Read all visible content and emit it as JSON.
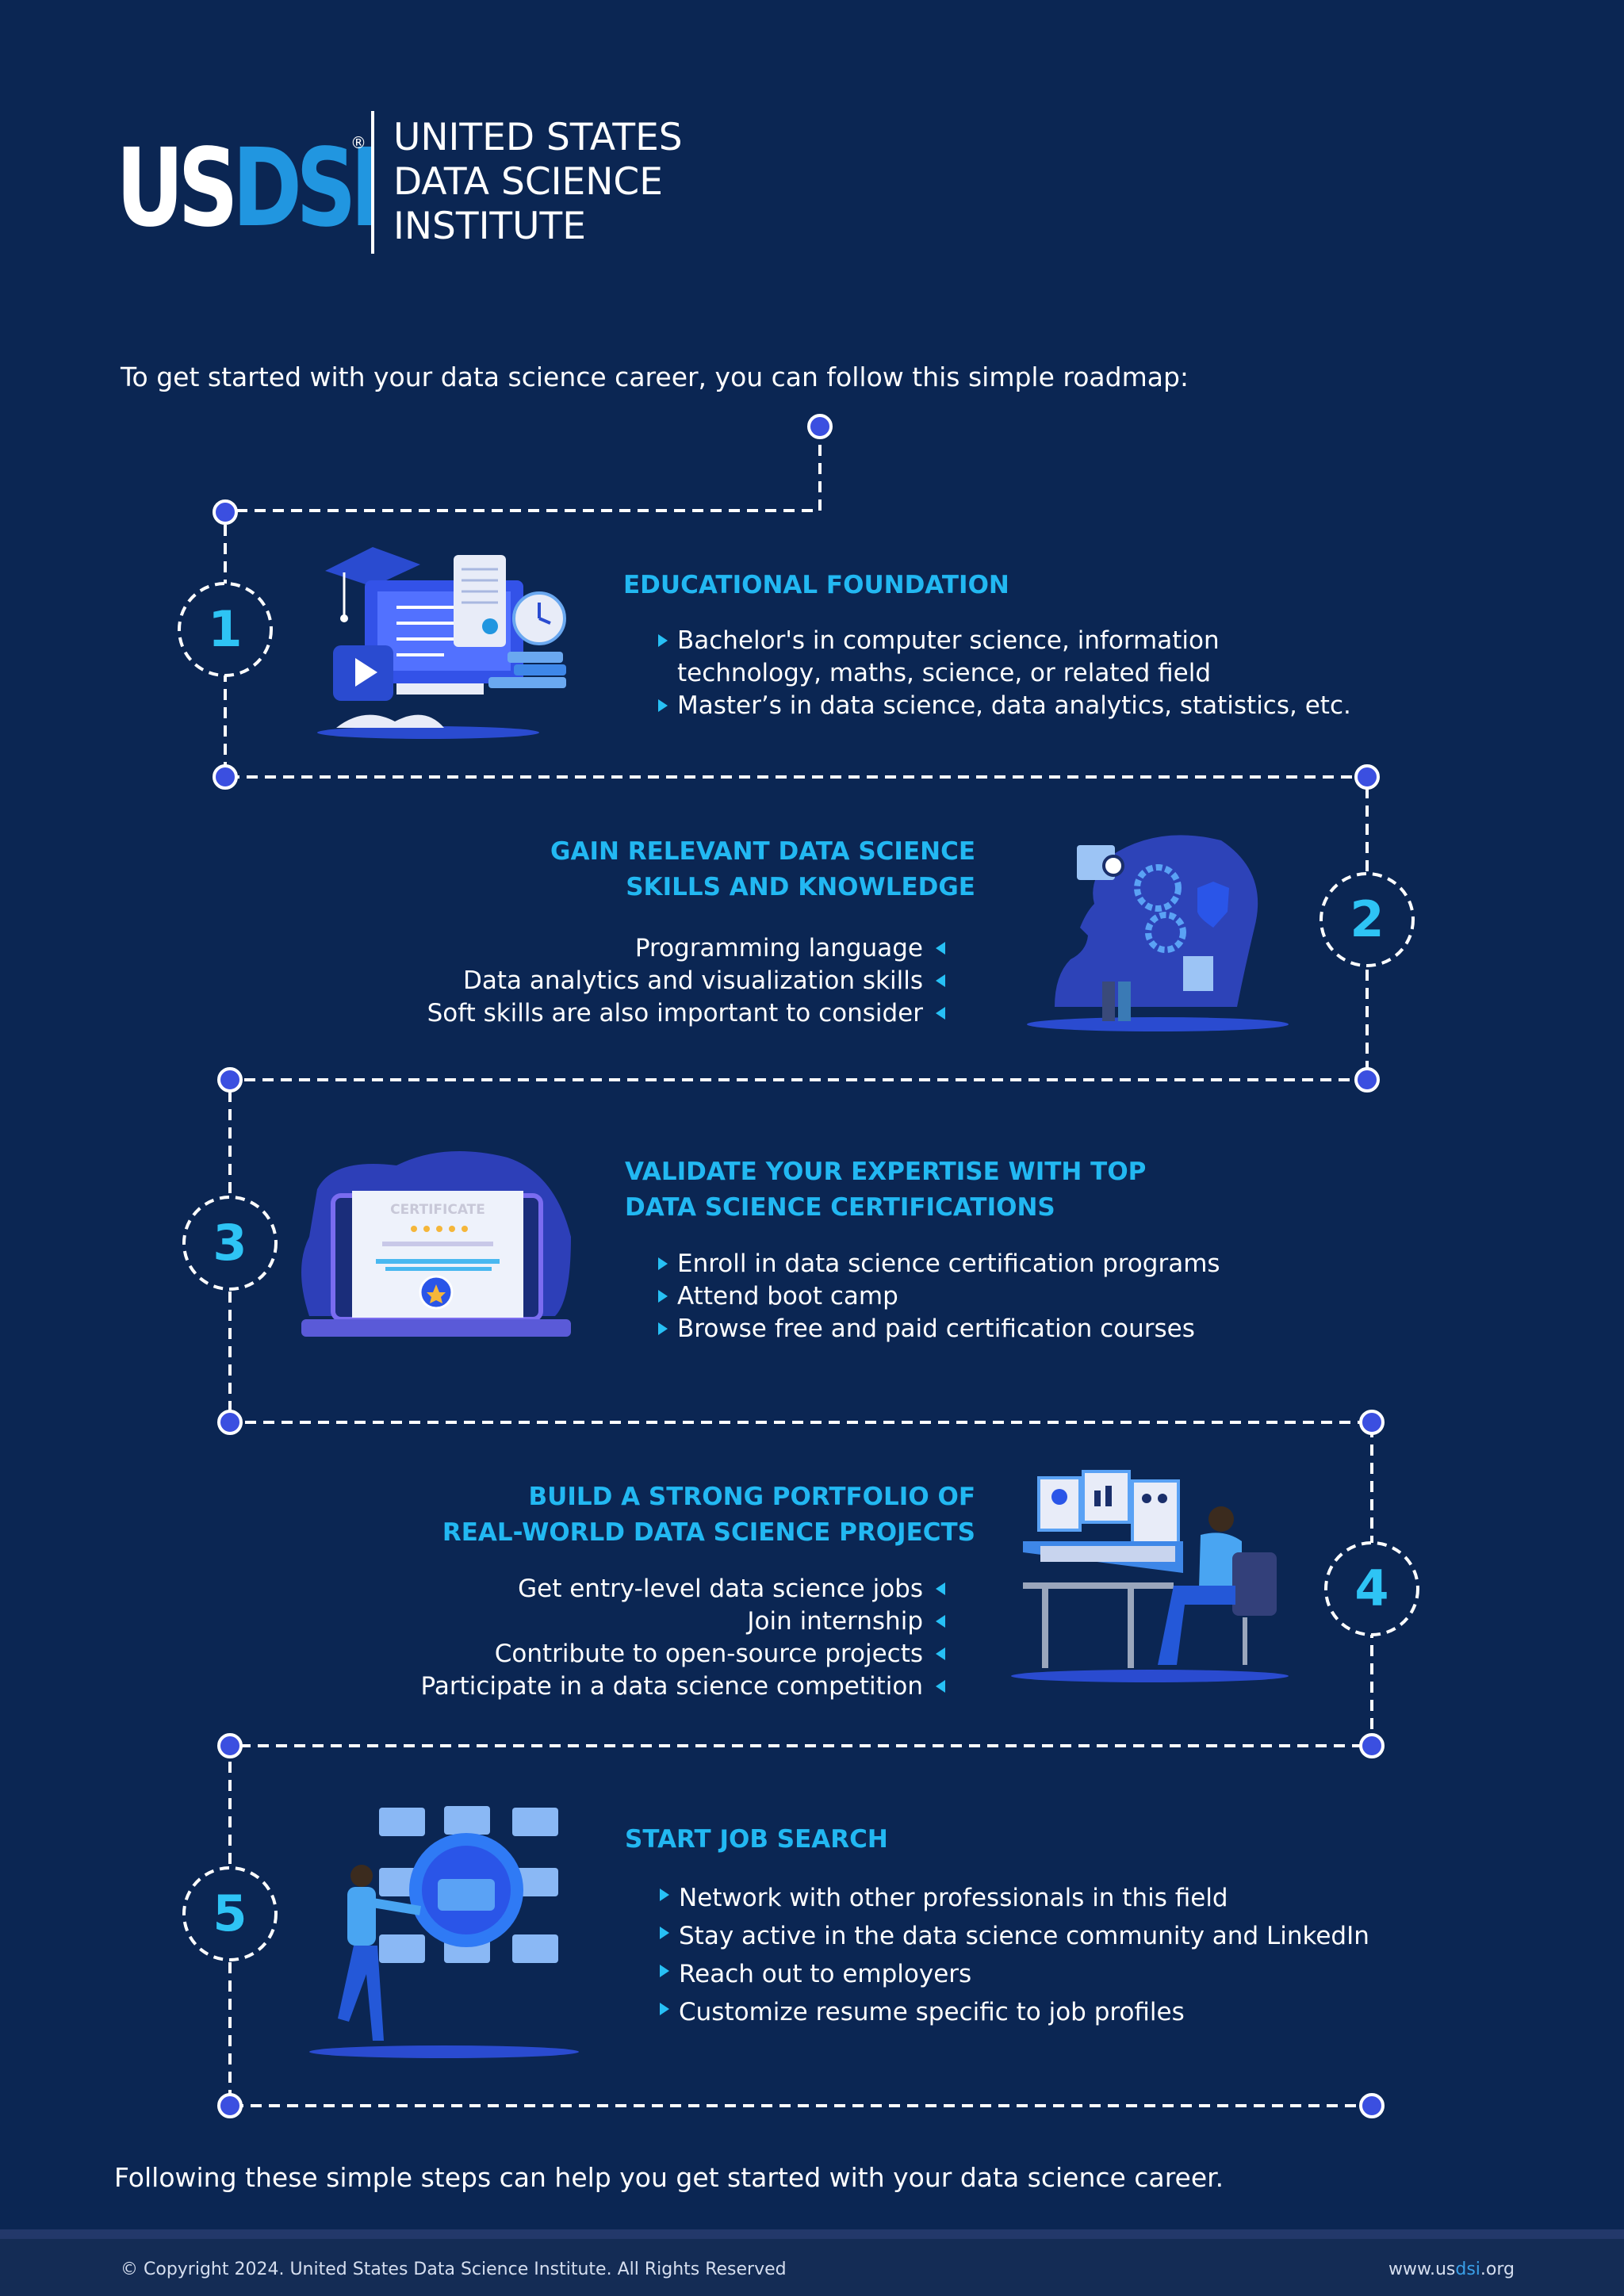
{
  "logo": {
    "mark_us": "US",
    "mark_dsi": "DSI",
    "registered": "®",
    "name_lines": [
      "UNITED STATES",
      "DATA SCIENCE",
      "INSTITUTE"
    ]
  },
  "intro": "To get started with your data science career, you can follow this simple roadmap:",
  "steps": [
    {
      "number": "1",
      "title_lines": [
        "EDUCATIONAL FOUNDATION"
      ],
      "bullets": [
        "Bachelor's in computer science, information technology, maths, science, or related field",
        "Master’s in data science, data analytics, statistics, etc."
      ]
    },
    {
      "number": "2",
      "title_lines": [
        "GAIN RELEVANT DATA SCIENCE",
        "SKILLS AND KNOWLEDGE"
      ],
      "bullets": [
        "Programming language",
        "Data analytics and visualization skills",
        "Soft skills are also important to consider"
      ]
    },
    {
      "number": "3",
      "title_lines": [
        "VALIDATE YOUR EXPERTISE WITH TOP",
        "DATA SCIENCE CERTIFICATIONS"
      ],
      "illustration_text": "CERTIFICATE",
      "bullets": [
        "Enroll in data science certification programs",
        "Attend boot camp",
        "Browse free and paid certification courses"
      ]
    },
    {
      "number": "4",
      "title_lines": [
        "BUILD A STRONG PORTFOLIO OF",
        "REAL-WORLD DATA SCIENCE PROJECTS"
      ],
      "bullets": [
        "Get entry-level data science jobs",
        "Join internship",
        "Contribute to open-source projects",
        "Participate in a data science competition"
      ]
    },
    {
      "number": "5",
      "title_lines": [
        "START JOB SEARCH"
      ],
      "bullets": [
        "Network with other professionals in this field",
        "Stay active in the data science community and LinkedIn",
        "Reach out to employers",
        "Customize resume specific to job profiles"
      ]
    }
  ],
  "closing": "Following these simple steps can help you get started with your data science career.",
  "footer": {
    "copyright": "© Copyright 2024. United States Data Science Institute. All Rights Reserved",
    "site_prefix": "www.us",
    "site_highlight": "dsi",
    "site_suffix": ".org"
  },
  "colors": {
    "background": "#0b2653",
    "accent_cyan": "#22b8f2",
    "node_blue": "#3b4fe0",
    "footer_bg": "#142c55"
  }
}
